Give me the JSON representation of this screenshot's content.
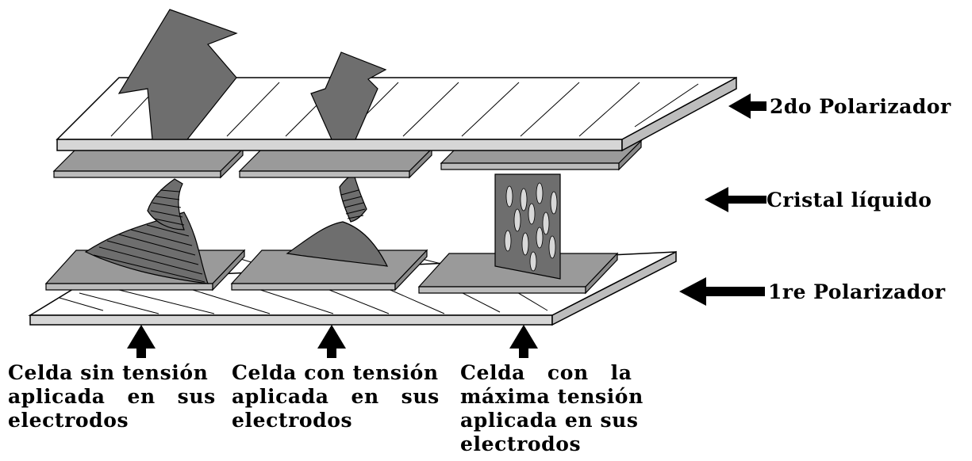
{
  "labels": {
    "polarizer_top": "2do Polarizador",
    "liquid_crystal": "Cristal líquido",
    "polarizer_bottom": "1re Polarizador"
  },
  "cells": [
    {
      "lines": [
        "Celda sin tensión",
        "aplicada   en   sus",
        "electrodos"
      ]
    },
    {
      "lines": [
        "Celda con tensión",
        "aplicada   en   sus",
        "electrodos"
      ]
    },
    {
      "lines": [
        "Celda   con   la",
        "máxima tensión",
        "aplicada en sus",
        "electrodos"
      ]
    }
  ],
  "colors": {
    "dark_gray": "#6e6e6e",
    "mid_gray": "#9a9a9a",
    "light_gray": "#d6d6d6",
    "plate_white": "#ffffff",
    "ink": "#000000"
  }
}
